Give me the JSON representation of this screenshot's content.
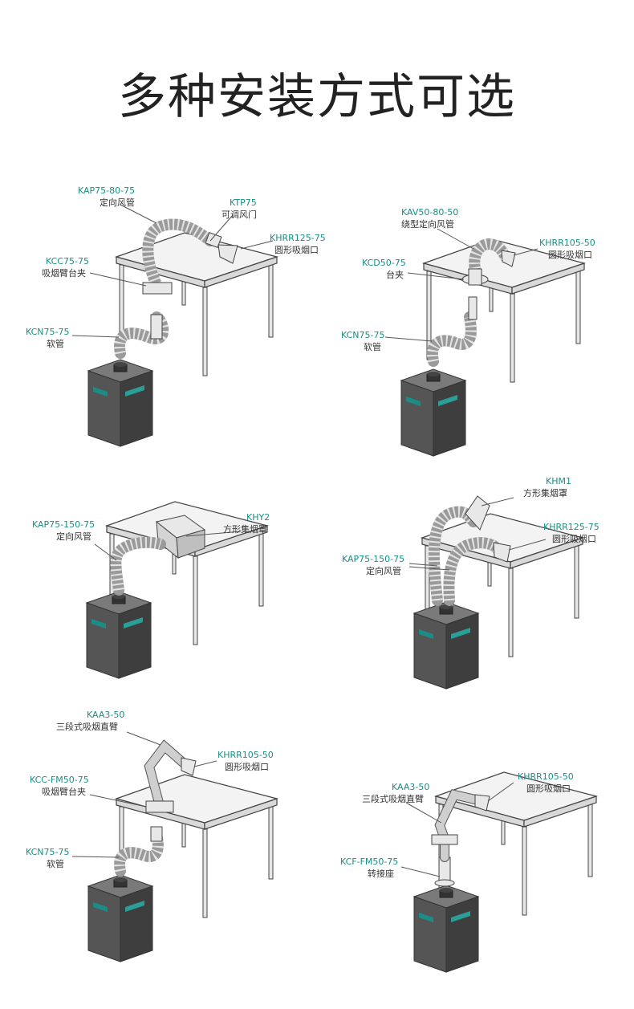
{
  "title": "多种安装方式可选",
  "colors": {
    "label_code": "#1b8d86",
    "label_desc": "#333333",
    "unit_body": "#555555"
  },
  "panels": [
    {
      "labels": [
        {
          "code": "KAP75-80-75",
          "desc": "定向风管"
        },
        {
          "code": "KTP75",
          "desc": "可调风门"
        },
        {
          "code": "KHRR125-75",
          "desc": "圆形吸烟口"
        },
        {
          "code": "KCC75-75",
          "desc": "吸烟臂台夹"
        },
        {
          "code": "KCN75-75",
          "desc": "软管"
        }
      ]
    },
    {
      "labels": [
        {
          "code": "KAV50-80-50",
          "desc": "绕型定向风管"
        },
        {
          "code": "KHRR105-50",
          "desc": "圆形吸烟口"
        },
        {
          "code": "KCD50-75",
          "desc": "台夹"
        },
        {
          "code": "KCN75-75",
          "desc": "软管"
        }
      ]
    },
    {
      "labels": [
        {
          "code": "KHY2",
          "desc": "方形集烟罩"
        },
        {
          "code": "KAP75-150-75",
          "desc": "定向风管"
        }
      ]
    },
    {
      "labels": [
        {
          "code": "KHM1",
          "desc": "方形集烟罩"
        },
        {
          "code": "KHRR125-75",
          "desc": "圆形吸烟口"
        },
        {
          "code": "KAP75-150-75",
          "desc": "定向风管"
        }
      ]
    },
    {
      "labels": [
        {
          "code": "KAA3-50",
          "desc": "三段式吸烟直臂"
        },
        {
          "code": "KHRR105-50",
          "desc": "圆形吸烟口"
        },
        {
          "code": "KCC-FM50-75",
          "desc": "吸烟臂台夹"
        },
        {
          "code": "KCN75-75",
          "desc": "软管"
        }
      ]
    },
    {
      "labels": [
        {
          "code": "KAA3-50",
          "desc": "三段式吸烟直臂"
        },
        {
          "code": "KHRR105-50",
          "desc": "圆形吸烟口"
        },
        {
          "code": "KCF-FM50-75",
          "desc": "转接座"
        }
      ]
    }
  ]
}
